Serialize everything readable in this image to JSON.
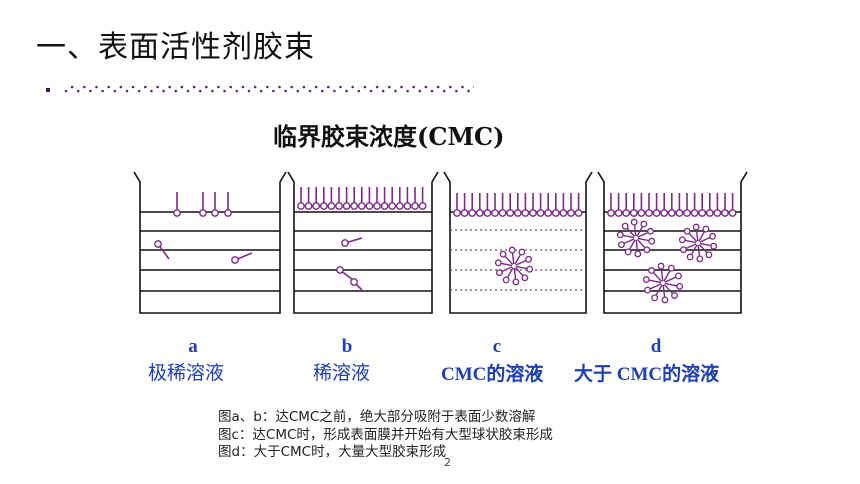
{
  "slide": {
    "title": "一、表面活性剂胶束",
    "figure_title": "临界胶束浓度(CMC)",
    "page_number": "2"
  },
  "panels": [
    {
      "letter": "a",
      "label": "极稀溶液"
    },
    {
      "letter": "b",
      "label": "稀溶液"
    },
    {
      "letter": "c",
      "label": "CMC的溶液"
    },
    {
      "letter": "d",
      "label": "大于 CMC的溶液"
    }
  ],
  "captions": [
    "图a、b：达CMC之前，绝大部分吸附于表面少数溶解",
    "图c：达CMC时，形成表面膜并开始有大型球状胶束形成",
    "图d：大于CMC时，大量大型胶束形成"
  ],
  "colors": {
    "molecule": "#7b2a86",
    "label_blue": "#1f3fb4",
    "beaker": "#111111"
  }
}
